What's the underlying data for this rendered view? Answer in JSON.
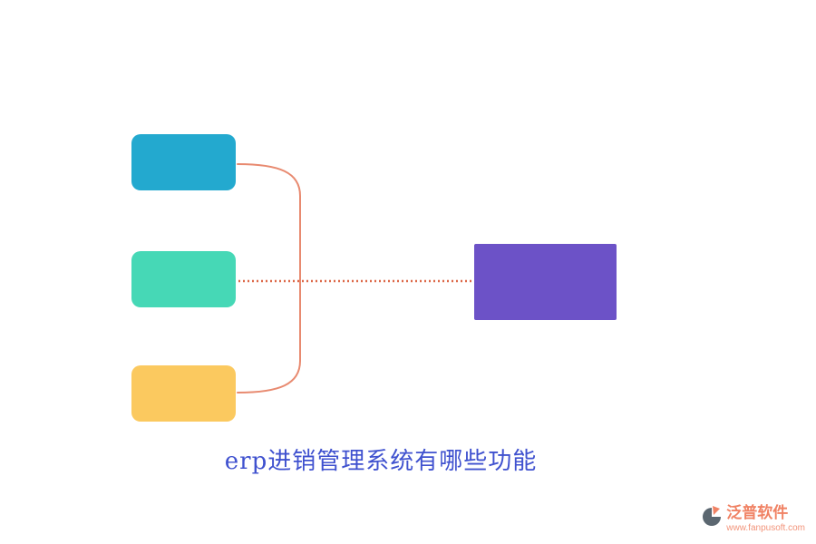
{
  "title": {
    "text": "erp进销管理系统有哪些功能",
    "color": "#3f51cf"
  },
  "boxes": {
    "top": {
      "color": "#23a9cf"
    },
    "middle": {
      "color": "#46d8b6"
    },
    "bottom": {
      "color": "#fbc95f"
    },
    "right": {
      "color": "#6c52c7"
    }
  },
  "connectors": {
    "bracket_color": "#e88a70",
    "dotted_color": "#dd6a4a"
  },
  "logo": {
    "name": "泛普软件",
    "url": "www.fanpusoft.com",
    "color": "#f08264",
    "icon_dark": "#5b6770",
    "icon_accent": "#f08264"
  }
}
